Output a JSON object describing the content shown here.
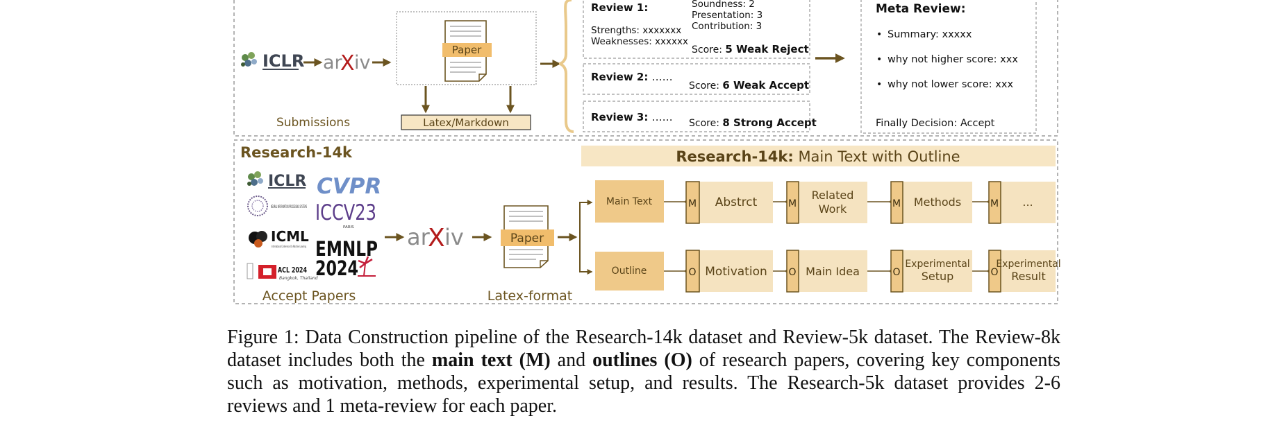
{
  "review_section": {
    "submissions_label": "Submissions",
    "icons": {
      "iclr": "ICLR",
      "arxiv_prefix": "ar",
      "arxiv_x": "X",
      "arxiv_suffix": "iv"
    },
    "paper_label": "Paper",
    "latex_markdown_label": "Latex/Markdown",
    "review1": {
      "title": "Review 1:",
      "strengths": "Strengths: xxxxxxx",
      "weaknesses": "Weaknesses: xxxxxx",
      "soundness": "Soundness: 2",
      "presentation": "Presentation: 3",
      "contribution": "Contribution: 3",
      "score_prefix": "Score:",
      "score_value": "5 Weak Reject"
    },
    "review2": {
      "title": "Review 2:",
      "ellipsis": "……",
      "score_prefix": "Score:",
      "score_value": "6 Weak Accept"
    },
    "review3": {
      "title": "Review 3:",
      "ellipsis": "……",
      "score_prefix": "Score:",
      "score_value": "8 Strong Accept"
    },
    "meta": {
      "title": "Meta Review:",
      "bullets": [
        "Summary: xxxxx",
        "why not higher score: xxx",
        "why not lower score: xxx"
      ],
      "decision": "Finally Decision: Accept"
    }
  },
  "research_section": {
    "title": "Research-14k",
    "banner_bold": "Research-14k:",
    "banner_rest": " Main Text with Outline",
    "accept_papers_label": "Accept Papers",
    "latex_format_label": "Latex-format",
    "paper_label": "Paper",
    "logos": {
      "iclr": "ICLR",
      "cvpr": "CVPR",
      "neurips": "NEURAL INFORMATION PROCESSING SYSTEMS",
      "iccv": "ICCV23",
      "iccv_sub": "PARIS",
      "icml": "ICML",
      "icml_sub": "International Conference On Machine Learning",
      "emnlp": "EMNLP",
      "emnlp_year": "2024",
      "acl": "ACL 2024",
      "acl_sub": "Bangkok, Thailand"
    },
    "arxiv": {
      "prefix": "ar",
      "x": "X",
      "suffix": "iv"
    },
    "rows": {
      "main_text": {
        "label": "Main Text",
        "tag": "M",
        "items": [
          "Abstrct",
          "Related Work",
          "Methods",
          "..."
        ]
      },
      "outline": {
        "label": "Outline",
        "tag": "O",
        "items": [
          "Motivation",
          "Main Idea",
          "Experimental Setup",
          "Experimental Result"
        ]
      }
    }
  },
  "caption": {
    "p1": "Figure 1:  Data Construction pipeline of the Research-14k dataset and Review-5k dataset.  The Review-8k dataset includes both the ",
    "b1": "main text (M)",
    "p2": " and ",
    "b2": "outlines (O)",
    "p3": " of research papers, covering key components such as motivation, methods, experimental setup, and results. The Research-5k dataset provides 2-6 reviews and 1 meta-review for each paper."
  },
  "colors": {
    "brown": "#6b5420",
    "banner": "#f7e6c4",
    "tag_fill": "#efc989",
    "item_fill": "#f5e3c0",
    "paper_tag": "#f1bd6c",
    "dash": "#9a9a9a",
    "iclr_gray": "#3f4653",
    "cvpr_blue": "#6f8fc8",
    "iccv_purple": "#5c3d8a",
    "acl_red": "#d4202a",
    "arxiv_red": "#b31b1b"
  }
}
